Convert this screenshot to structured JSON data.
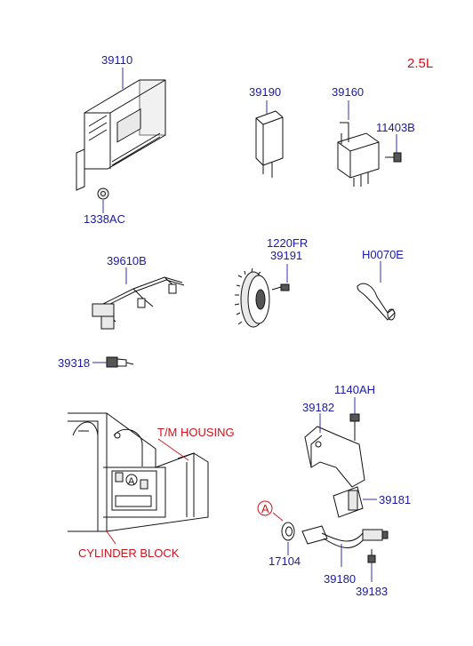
{
  "variant": "2.5L",
  "callouts": {
    "p39110": "39110",
    "p1338ac": "1338AC",
    "p39190": "39190",
    "p39160": "39160",
    "p11403b": "11403B",
    "p1220fr": "1220FR",
    "p39191": "39191",
    "p39610b": "39610B",
    "ph0070e": "H0070E",
    "p39318": "39318",
    "p1140ah": "1140AH",
    "p39182": "39182",
    "p39181": "39181",
    "p17104": "17104",
    "p39180": "39180",
    "p39183": "39183"
  },
  "annotations": {
    "tm_housing": "T/M HOUSING",
    "cylinder_block": "CYLINDER BLOCK",
    "ref_a": "A",
    "ref_a_detail": "A"
  },
  "colors": {
    "callout": "#1a1aa6",
    "annotation": "#d0121a"
  }
}
